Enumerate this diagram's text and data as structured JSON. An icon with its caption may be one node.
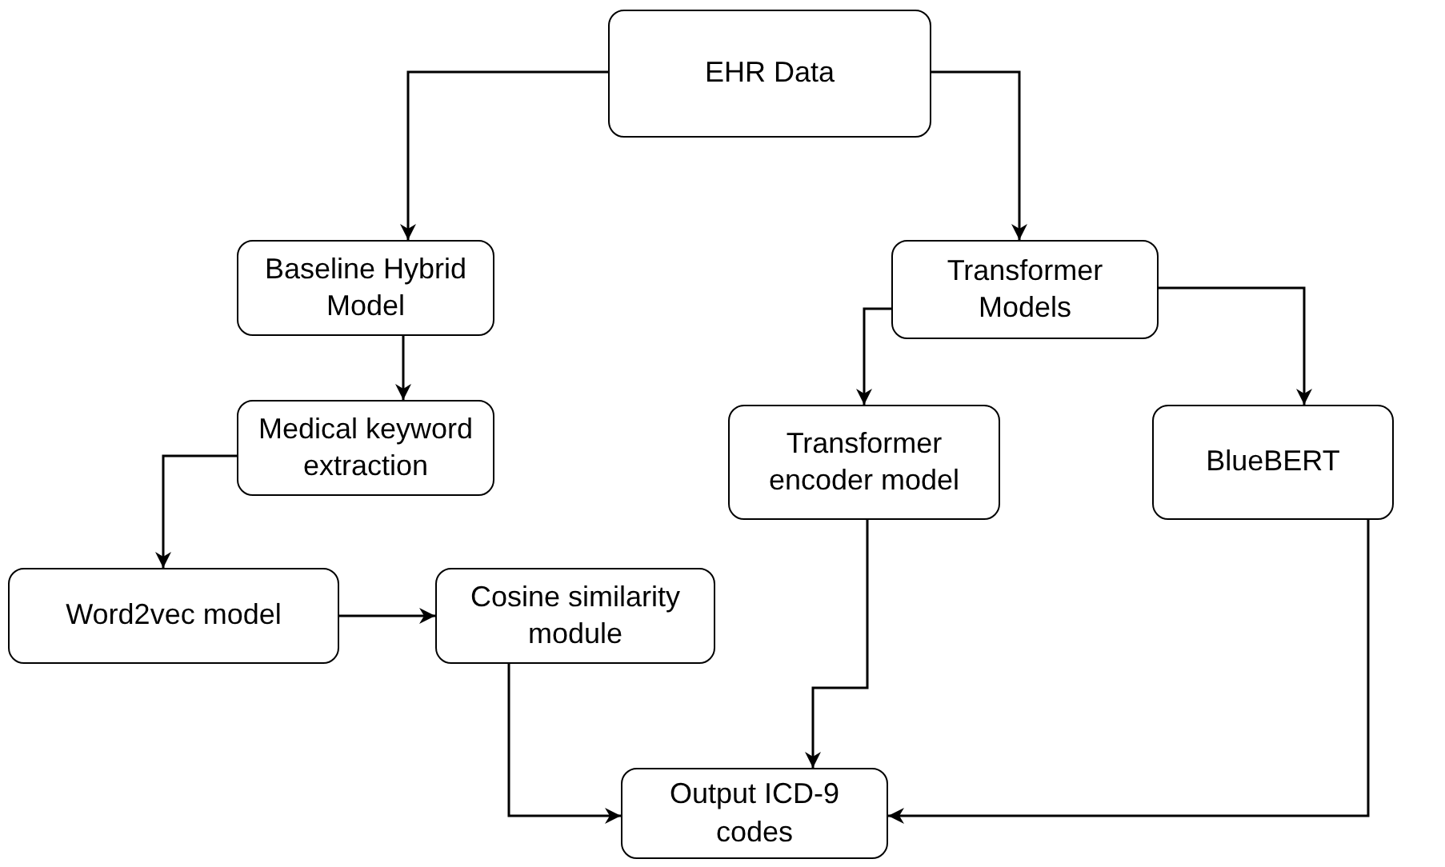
{
  "diagram": {
    "nodes": [
      {
        "text": [
          "EHR Data"
        ]
      },
      {
        "text": [
          "Baseline Hybrid Model"
        ]
      },
      {
        "text": [
          "Transformer Models"
        ]
      },
      {
        "text": [
          "Medical keyword extraction"
        ]
      },
      {
        "text": [
          "Transformer encoder model"
        ]
      },
      {
        "text": [
          "BlueBERT"
        ]
      },
      {
        "text": [
          "Word2vec model"
        ]
      },
      {
        "text": [
          "Cosine similarity module"
        ]
      },
      {
        "text": [
          "Output ICD-9 codes"
        ]
      }
    ],
    "edges": [
      {
        "from": 0,
        "to": 1,
        "arrow": "to"
      },
      {
        "from": 0,
        "to": 2,
        "arrow": "to"
      },
      {
        "from": 1,
        "to": 3,
        "arrow": "to"
      },
      {
        "from": 3,
        "to": 6,
        "arrow": "to"
      },
      {
        "from": 6,
        "to": 7,
        "arrow": "to"
      },
      {
        "from": 2,
        "to": 4,
        "arrow": "to"
      },
      {
        "from": 2,
        "to": 5,
        "arrow": "to"
      },
      {
        "from": 4,
        "to": 8,
        "arrow": "to"
      },
      {
        "from": 7,
        "to": 8,
        "arrow": "to"
      },
      {
        "from": 5,
        "to": 8,
        "arrow": "to"
      }
    ]
  }
}
